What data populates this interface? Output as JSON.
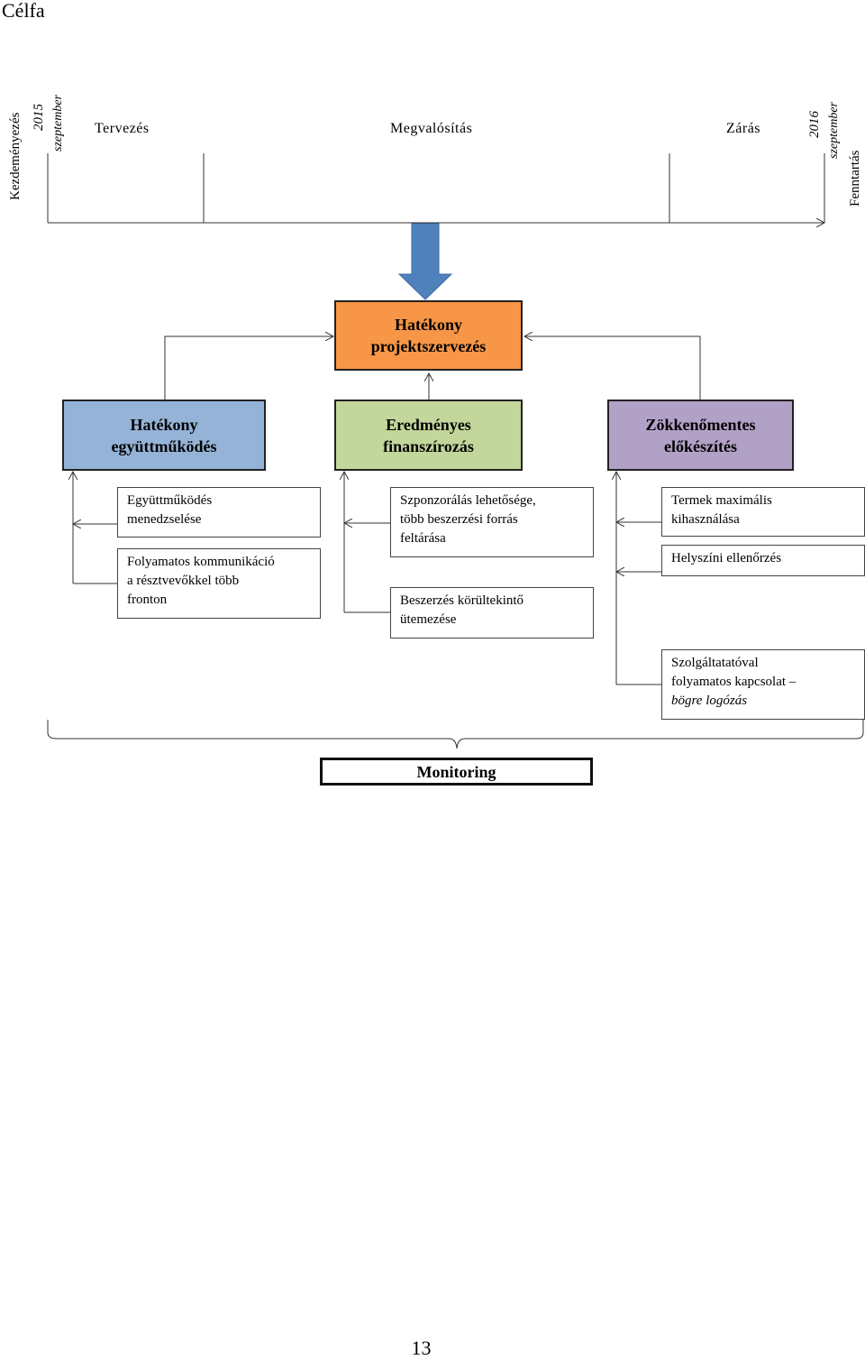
{
  "page": {
    "heading": "Célfa",
    "page_number": "13"
  },
  "timeline": {
    "start": {
      "event": "Kezdeményezés",
      "year": "2015",
      "month": "szeptember"
    },
    "phases": [
      "Tervezés",
      "Megvalósítás",
      "Zárás"
    ],
    "end": {
      "year": "2016",
      "month": "szeptember",
      "event": "Fenntartás"
    }
  },
  "goal": {
    "line1": "Hatékony",
    "line2": "projektszervezés",
    "color": "#f79646"
  },
  "pillars": [
    {
      "line1": "Hatékony",
      "line2": "együttműködés",
      "color": "#95b3d7",
      "notes": [
        {
          "l1": "Együttműködés",
          "l2": "menedzselése",
          "l3": ""
        },
        {
          "l1": "Folyamatos kommunikáció",
          "l2": "a résztvevőkkel több",
          "l3": "fronton"
        }
      ]
    },
    {
      "line1": "Eredményes",
      "line2": "finanszírozás",
      "color": "#c3d69b",
      "notes": [
        {
          "l1": "Szponzorálás lehetősége,",
          "l2": "több beszerzési forrás",
          "l3": "feltárása"
        },
        {
          "l1": "Beszerzés körültekintő",
          "l2": "ütemezése",
          "l3": ""
        }
      ]
    },
    {
      "line1": "Zökkenőmentes",
      "line2": "előkészítés",
      "color": "#b2a1c7",
      "notes": [
        {
          "l1": "Termek maximális",
          "l2": "kihasználása",
          "l3": ""
        },
        {
          "l1": "Helyszíni ellenőrzés",
          "l2": "",
          "l3": ""
        },
        {
          "l1": "Szolgáltatatóval",
          "l2": "folyamatos kapcsolat –",
          "l3": "bögre logózás"
        }
      ]
    }
  ],
  "monitoring": "Monitoring",
  "arrow_color": "#4f81bd"
}
